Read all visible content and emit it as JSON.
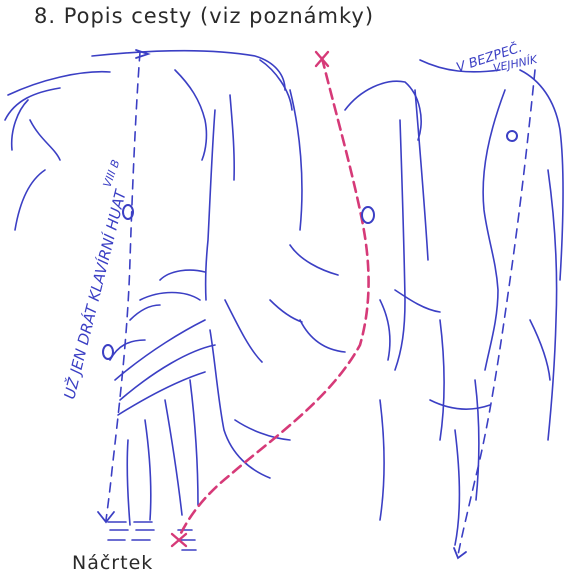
{
  "header": {
    "title": "8. Popis cesty (viz poznámky)"
  },
  "footer": {
    "caption": "Náčrtek"
  },
  "annotations": {
    "left_note": "UŽ JEN DRÁT KLAVÍRNÍ HUAT",
    "grade": "VIII B",
    "right_note_line1": "V BEZPEČ.",
    "right_note_line2": "VEJHNÍK"
  },
  "colors": {
    "rock": "#3b3fc4",
    "route": "#d63a78",
    "text": "#2a2a2a"
  }
}
